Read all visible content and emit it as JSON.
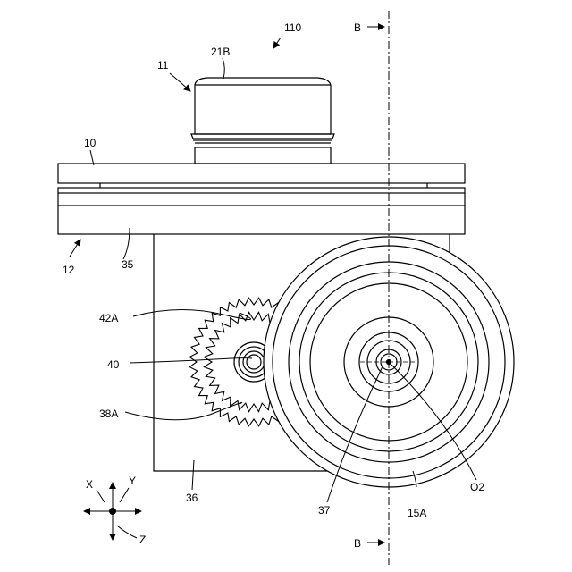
{
  "labels": {
    "l110": "110",
    "l11": "11",
    "l21B": "21B",
    "l10": "10",
    "l12": "12",
    "l35": "35",
    "l42A": "42A",
    "l40": "40",
    "l38A": "38A",
    "l36": "36",
    "l37": "37",
    "l15A": "15A",
    "lO2": "O2",
    "lBtop": "B",
    "lBbot": "B"
  },
  "axes": {
    "x": "X",
    "y": "Y",
    "z": "Z"
  }
}
